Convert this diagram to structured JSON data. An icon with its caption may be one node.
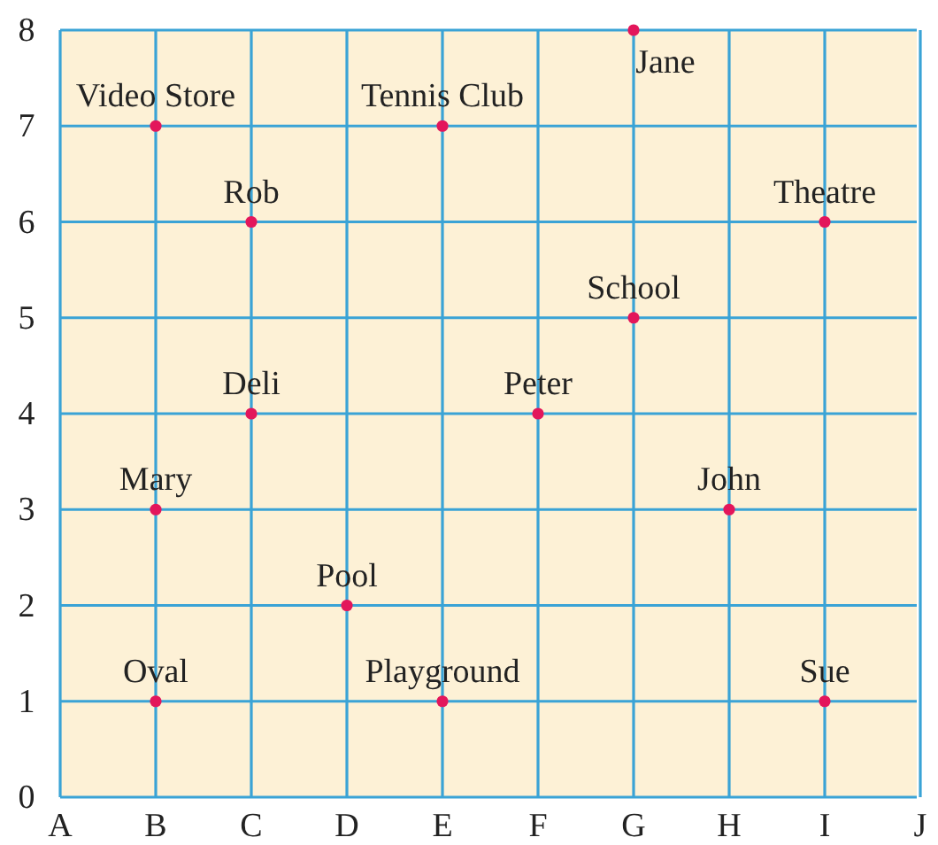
{
  "diagram": {
    "labels": [
      "8",
      "Jane",
      "Video Store",
      "Tennis Club",
      "7",
      "Rob",
      "Theatre",
      "6",
      "School",
      "5",
      "Deli",
      "Peter",
      "4",
      "Mary",
      "John",
      "3",
      "Pool",
      "2",
      "Oval",
      "Playground",
      "Sue",
      "1",
      "0",
      "A",
      "B",
      "C",
      "D",
      "E",
      "F",
      "G",
      "H",
      "I",
      "J"
    ]
  }
}
